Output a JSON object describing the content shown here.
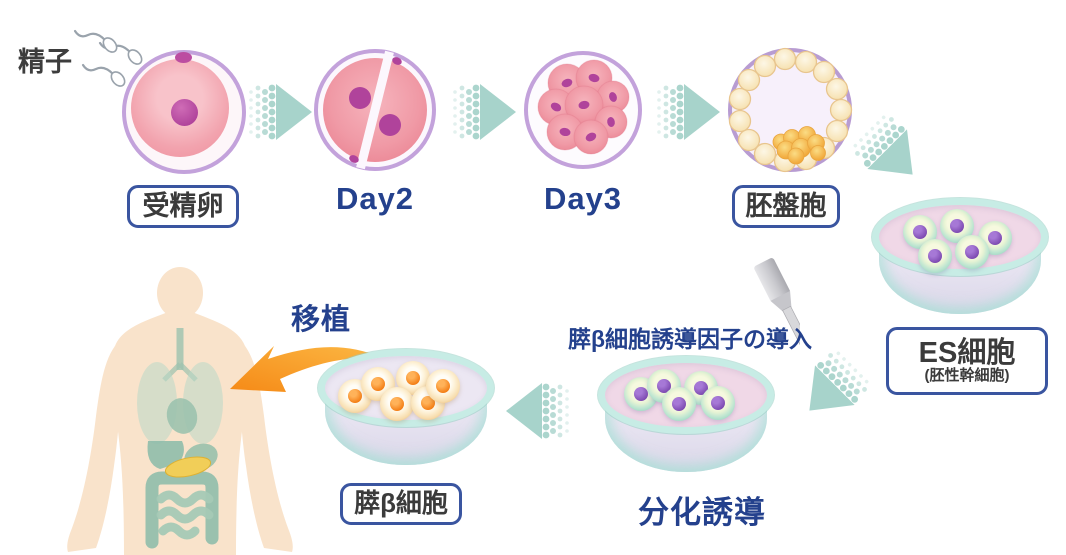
{
  "labels": {
    "sperm": "精子",
    "fertilized_egg": "受精卵",
    "day2": "Day2",
    "day3": "Day3",
    "blastocyst": "胚盤胞",
    "es_cells": "ES細胞",
    "es_cells_sub": "(胚性幹細胞)",
    "induction_annotation": "膵β細胞誘導因子の導入",
    "differentiation": "分化誘導",
    "beta_cells": "膵β細胞",
    "transplant": "移植"
  },
  "colors": {
    "accent_navy_text": "#24418d",
    "label_box_border": "#3a55a0",
    "label_text": "#3b3b3b",
    "arrow_teal": "#a7d3cb",
    "membrane_purple": "#c3a2db",
    "egg_pink": "#f2a3ae",
    "nucleus_magenta": "#b0439b",
    "trophoblast_cream": "#fdf4dd",
    "inner_cell_mass_orange": "#f3a93e",
    "dish_glass_teal": "#c7ece5",
    "dish_medium_pink": "#f0d8e7",
    "dish_medium_lavender": "#ece7f3",
    "es_cell_ring_green": "#a2dac6",
    "es_cell_nucleus_purple": "#7a47ae",
    "beta_cell_nucleus_orange": "#f2790f",
    "transplant_arrow_orange": "#f7941e",
    "body_skin": "#f9e3cb",
    "organ_teal": "#9cc2ae",
    "pancreas_yellow": "#f1ce58",
    "pipette_gray": "#cfcfd4"
  },
  "icons": {
    "sperm-icon": "three white sperm with wavy tails",
    "dotted-arrow-icon": "teal arrowhead with halftone dot tail",
    "fertilized-egg-illustration": "pink ovum in purple zona pellucida",
    "two-cell-embryo-illustration": "day2 cleavage stage",
    "morula-illustration": "day3 multi-cell cluster",
    "blastocyst-illustration": "ring of cream cells with orange inner cell mass",
    "petri-dish-icon": "teal glass culture dish",
    "pipette-icon": "gray micro-pipette",
    "curved-arrow-icon": "orange swoosh transplant arrow",
    "human-body-illustration": "torso silhouette with organs, pancreas highlighted"
  }
}
